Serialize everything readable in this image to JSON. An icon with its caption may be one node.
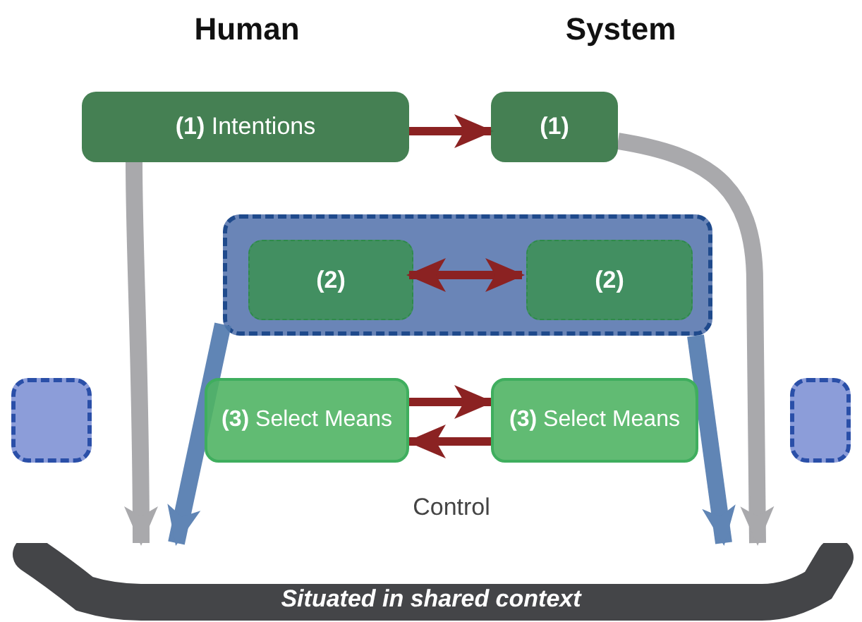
{
  "diagram": {
    "nodes": [
      {
        "text": [
          "**(1)** Intentions"
        ]
      },
      {
        "text": [
          "(1)"
        ]
      },
      {
        "text": [],
        "shape": "box"
      },
      {
        "text": [
          "(2)"
        ],
        "in": 2
      },
      {
        "text": [
          "(2)"
        ],
        "in": 2
      },
      {
        "text": [],
        "shape": "box"
      },
      {
        "text": [
          "**(3)** Select Means"
        ]
      },
      {
        "text": [
          "**(3)** Select Means"
        ]
      },
      {
        "text": [],
        "shape": "box"
      },
      {
        "text": [
          "Situated in shared context"
        ]
      }
    ],
    "edges": [
      {
        "from": 0,
        "to": 1,
        "arrow": "to"
      },
      {
        "from": 3,
        "to": 4,
        "arrow": "both"
      },
      {
        "from": 6,
        "to": 7,
        "arrow": "to"
      },
      {
        "from": 7,
        "to": 6,
        "arrow": "to"
      },
      {
        "from": 0,
        "to": 9,
        "arrow": "to",
        "style": "thick",
        "color": "#a0a0a4"
      },
      {
        "from": 1,
        "to": 9,
        "arrow": "to",
        "style": "thick",
        "color": "#a0a0a4"
      },
      {
        "from": 2,
        "to": 9,
        "arrow": "to",
        "style": "thick",
        "color": "#4f78ad"
      },
      {
        "from": 2,
        "to": 9,
        "arrow": "to",
        "style": "thick",
        "color": "#4f78ad"
      }
    ],
    "labels": [
      "Human",
      "System",
      "Control"
    ]
  }
}
